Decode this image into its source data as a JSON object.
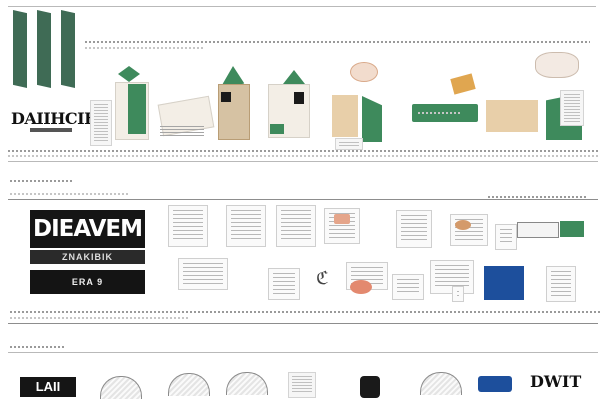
{
  "brand": {
    "name": "DAIIHCIE",
    "logo_icon": "three-green-bars-logo",
    "accent": "#3f6b55"
  },
  "section2": {
    "banner_title": "DIEAVEM",
    "banner_sub": "ZNAKIBIK",
    "banner_small": "ERA 9"
  },
  "section3": {
    "tile_left": "LAII",
    "tile_right": "DWIT"
  },
  "colors": {
    "green": "#3e8a5c",
    "dark": "#151515",
    "blue": "#1d4f9c"
  }
}
